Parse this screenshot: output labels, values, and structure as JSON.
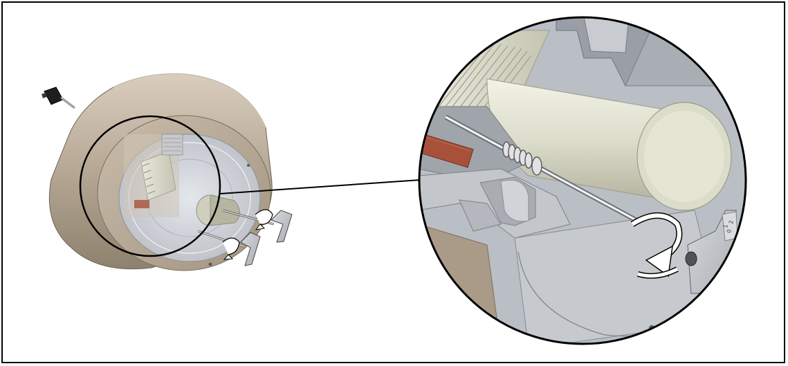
{
  "figure": {
    "scale_marks": [
      "0",
      "1",
      "2"
    ]
  },
  "colors": {
    "housing": "#b7a997",
    "housing_dark": "#8f826f",
    "housing_light": "#d8ccbc",
    "cover": "#d3d6dc",
    "metal": "#c4c7cc",
    "metal_dark": "#8c9097",
    "shaft": "#e6e6d8",
    "pad": "#a8513a",
    "outline": "#000000"
  }
}
